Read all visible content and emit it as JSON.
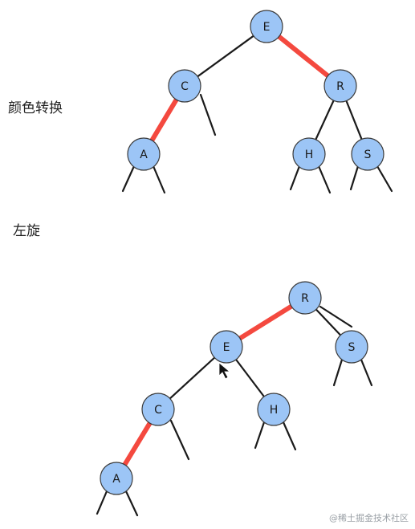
{
  "labels": {
    "step1": "颜色转换",
    "step2": "左旋"
  },
  "watermark": "@稀土掘金技术社区",
  "colors": {
    "node_fill": "#9cc5f6",
    "black_edge": "#1a1a1a",
    "red_edge": "#f4493f"
  },
  "trees": [
    {
      "name": "before",
      "nodes": [
        "E",
        "C",
        "R",
        "A",
        "H",
        "S"
      ],
      "edges": [
        {
          "from": "E",
          "to": "C",
          "color": "black"
        },
        {
          "from": "E",
          "to": "R",
          "color": "red"
        },
        {
          "from": "C",
          "to": "A",
          "color": "red"
        },
        {
          "from": "R",
          "to": "H",
          "color": "black"
        },
        {
          "from": "R",
          "to": "S",
          "color": "black"
        }
      ]
    },
    {
      "name": "after",
      "nodes": [
        "R",
        "E",
        "S",
        "C",
        "H",
        "A"
      ],
      "edges": [
        {
          "from": "R",
          "to": "E",
          "color": "red"
        },
        {
          "from": "R",
          "to": "S",
          "color": "black"
        },
        {
          "from": "E",
          "to": "C",
          "color": "black"
        },
        {
          "from": "E",
          "to": "H",
          "color": "black"
        },
        {
          "from": "C",
          "to": "A",
          "color": "red"
        }
      ]
    }
  ]
}
